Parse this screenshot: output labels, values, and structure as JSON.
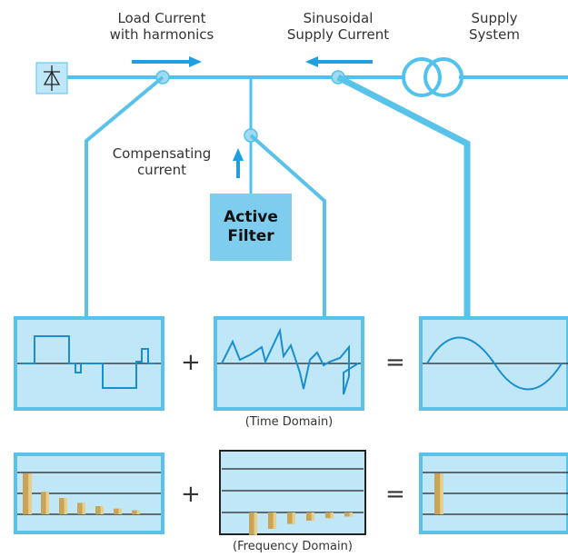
{
  "labels": {
    "load_current": "Load Current\nwith harmonics",
    "supply_current": "Sinusoidal\nSupply Current",
    "supply_system": "Supply\nSystem",
    "compensating": "Compensating\ncurrent",
    "active_filter": "Active\nFilter",
    "time_domain": "(Time Domain)",
    "frequency_domain": "(Frequency Domain)"
  },
  "operators": {
    "plus": "+",
    "equals": "="
  },
  "colors": {
    "line": "#4fc3ee",
    "panel_fill": "#bfe7f8",
    "panel_border": "#58c2ea",
    "filter_fill": "#7fcdee",
    "wave": "#1a8fd0",
    "bar": "#c8a45a",
    "bar_shade": "#e7cf8a",
    "text": "#333333"
  },
  "icons": [
    "diode-icon",
    "transformer-icon",
    "arrow-right-icon",
    "arrow-left-icon",
    "arrow-up-icon"
  ],
  "spectra": {
    "load_harmonics": [
      1.0,
      0.55,
      0.4,
      0.28,
      0.2,
      0.14,
      0.1
    ],
    "filter_harmonics": [
      -0.55,
      -0.4,
      -0.28,
      -0.2,
      -0.14,
      -0.1
    ],
    "supply_fundamental": [
      1.0
    ]
  }
}
